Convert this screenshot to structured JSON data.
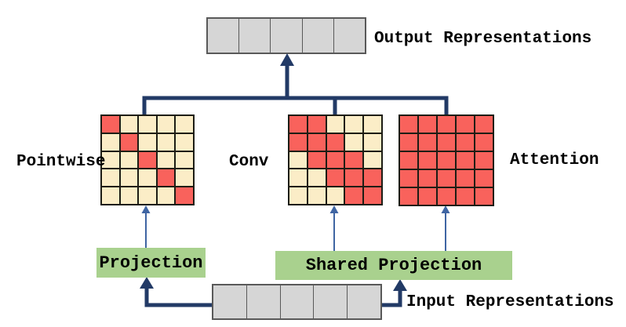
{
  "colors": {
    "red": "#F9625C",
    "cream": "#FBEDC7",
    "green": "#A9D18E",
    "gray": "#D6D6D6",
    "gray-border": "#595959",
    "navy": "#223A66",
    "steel": "#3F65A3",
    "cell-border": "#1D1D15",
    "ink": "#000000"
  },
  "output_bar": {
    "label": "Output Representations",
    "cells": 5
  },
  "input_bar": {
    "label": "Input Representations",
    "cells": 5
  },
  "matrices": [
    {
      "label": "Pointwise",
      "grid": [
        [
          1,
          0,
          0,
          0,
          0
        ],
        [
          0,
          1,
          0,
          0,
          0
        ],
        [
          0,
          0,
          1,
          0,
          0
        ],
        [
          0,
          0,
          0,
          1,
          0
        ],
        [
          0,
          0,
          0,
          0,
          1
        ]
      ]
    },
    {
      "label": "Conv",
      "grid": [
        [
          1,
          1,
          0,
          0,
          0
        ],
        [
          1,
          1,
          1,
          0,
          0
        ],
        [
          0,
          1,
          1,
          1,
          0
        ],
        [
          0,
          0,
          1,
          1,
          1
        ],
        [
          0,
          0,
          0,
          1,
          1
        ]
      ]
    },
    {
      "label": "Attention",
      "grid": [
        [
          1,
          1,
          1,
          1,
          1
        ],
        [
          1,
          1,
          1,
          1,
          1
        ],
        [
          1,
          1,
          1,
          1,
          1
        ],
        [
          1,
          1,
          1,
          1,
          1
        ],
        [
          1,
          1,
          1,
          1,
          1
        ]
      ]
    }
  ],
  "projection_box": {
    "label": "Projection"
  },
  "shared_projection_box": {
    "label": "Shared Projection"
  }
}
